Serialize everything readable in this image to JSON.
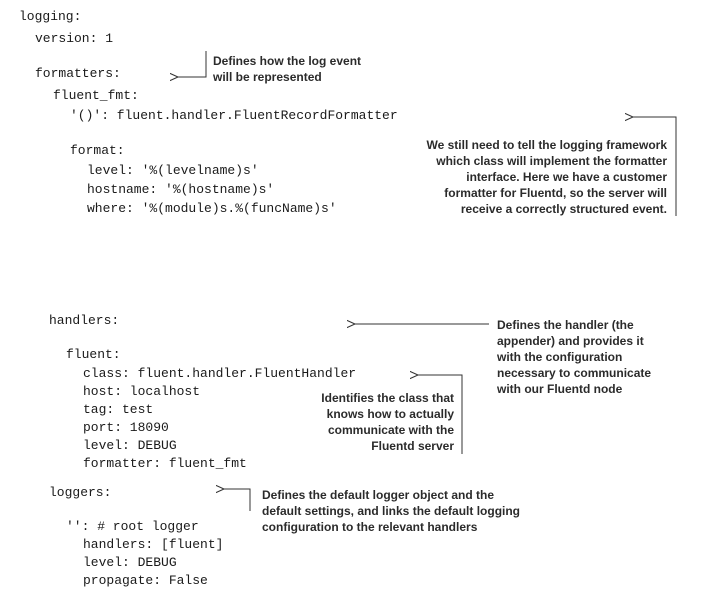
{
  "code": {
    "logging": "logging:",
    "version": "version: 1",
    "formatters": "formatters:",
    "fluent_fmt": "fluent_fmt:",
    "formatter_class": "'()': fluent.handler.FluentRecordFormatter",
    "format": "format:",
    "level": "level: '%(levelname)s'",
    "hostname": "hostname: '%(hostname)s'",
    "where": "where: '%(module)s.%(funcName)s'",
    "handlers": "handlers:",
    "fluent": "fluent:",
    "class": "class: fluent.handler.FluentHandler",
    "host": "host: localhost",
    "tag": "tag: test",
    "port": "port: 18090",
    "handler_level": "level: DEBUG",
    "formatter": "formatter: fluent_fmt",
    "loggers": "loggers:",
    "root_logger": "'': # root logger",
    "root_handlers": "handlers: [fluent]",
    "root_level": "level: DEBUG",
    "propagate": "propagate: False"
  },
  "annotations": {
    "formatters_note": [
      "Defines how the log event",
      "will be represented"
    ],
    "formatter_class_note": [
      "We still need to tell the logging framework",
      "which class will implement the formatter",
      "interface. Here we have a customer",
      "formatter for Fluentd, so the server will",
      "receive a correctly structured event."
    ],
    "handlers_note": [
      "Defines the handler (the",
      "appender) and provides it",
      "with the configuration",
      "necessary to communicate",
      "with our Fluentd node"
    ],
    "class_note": [
      "Identifies the class that",
      "knows how to actually",
      "communicate with the",
      "Fluentd server"
    ],
    "loggers_note": [
      "Defines the default logger object and the",
      "default settings, and links the default logging",
      "configuration to the relevant handlers"
    ]
  }
}
